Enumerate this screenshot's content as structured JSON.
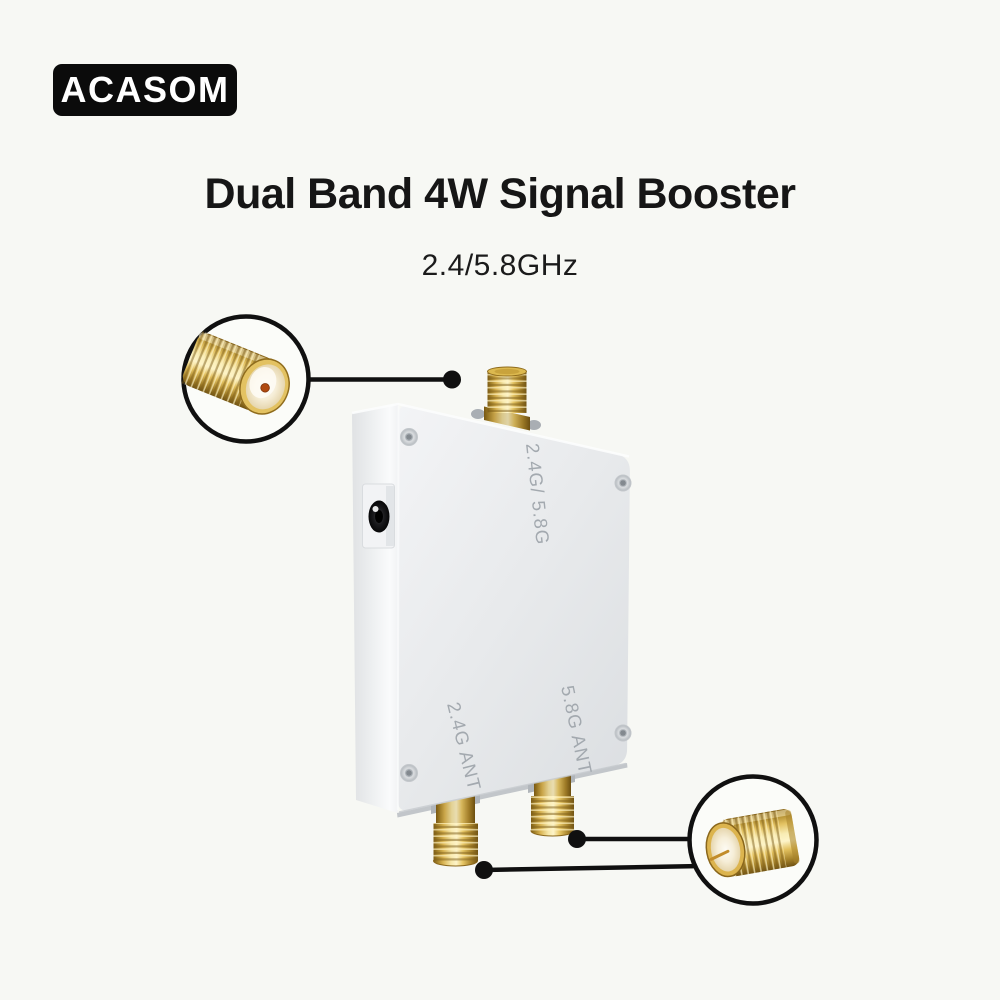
{
  "brand": {
    "name": "ACASOM"
  },
  "heading": {
    "title": "Dual Band 4W Signal Booster",
    "subtitle": "2.4/5.8GHz"
  },
  "device": {
    "kind": "dual-band signal booster enclosure",
    "port_labels": {
      "top": "2.4G/ 5.8G",
      "bottom_left": "2.4G ANT",
      "bottom_right": "5.8G ANT"
    }
  },
  "callouts": {
    "top": {
      "subject": "gold SMA female connector close-up"
    },
    "bottom": {
      "subject": "gold SMA female connector close-up"
    }
  },
  "colors": {
    "background": "#f7f8f4",
    "badge_bg": "#0b0b0b",
    "badge_text": "#ffffff",
    "title_text": "#161616",
    "callout_line": "#101010",
    "connector_gold": "#d9b452",
    "enclosure_silver": "#e9ebed",
    "port_label_text": "#a3a9af"
  }
}
